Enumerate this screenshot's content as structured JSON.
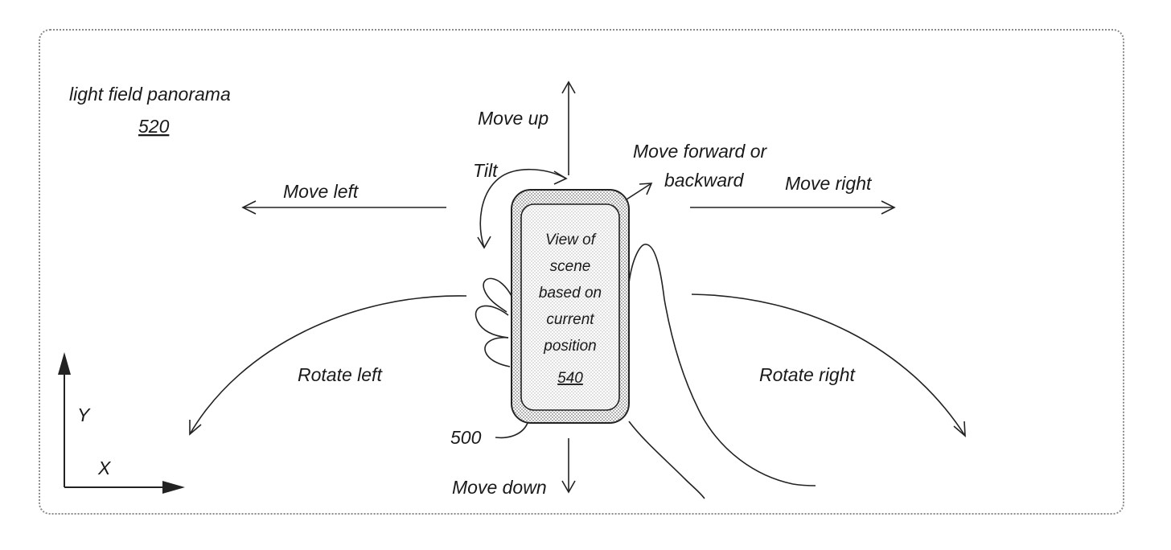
{
  "panorama": {
    "label": "light field panorama",
    "ref": "520"
  },
  "motions": {
    "move_up": "Move up",
    "move_down": "Move down",
    "move_left": "Move left",
    "move_right": "Move right",
    "move_forward_line1": "Move forward or",
    "move_forward_line2": "backward",
    "tilt": "Tilt",
    "rotate_left": "Rotate left",
    "rotate_right": "Rotate right"
  },
  "device": {
    "ref": "500",
    "screen_lines": [
      "View of",
      "scene",
      "based on",
      "current",
      "position"
    ],
    "screen_ref": "540"
  },
  "axes": {
    "y": "Y",
    "x": "X"
  }
}
